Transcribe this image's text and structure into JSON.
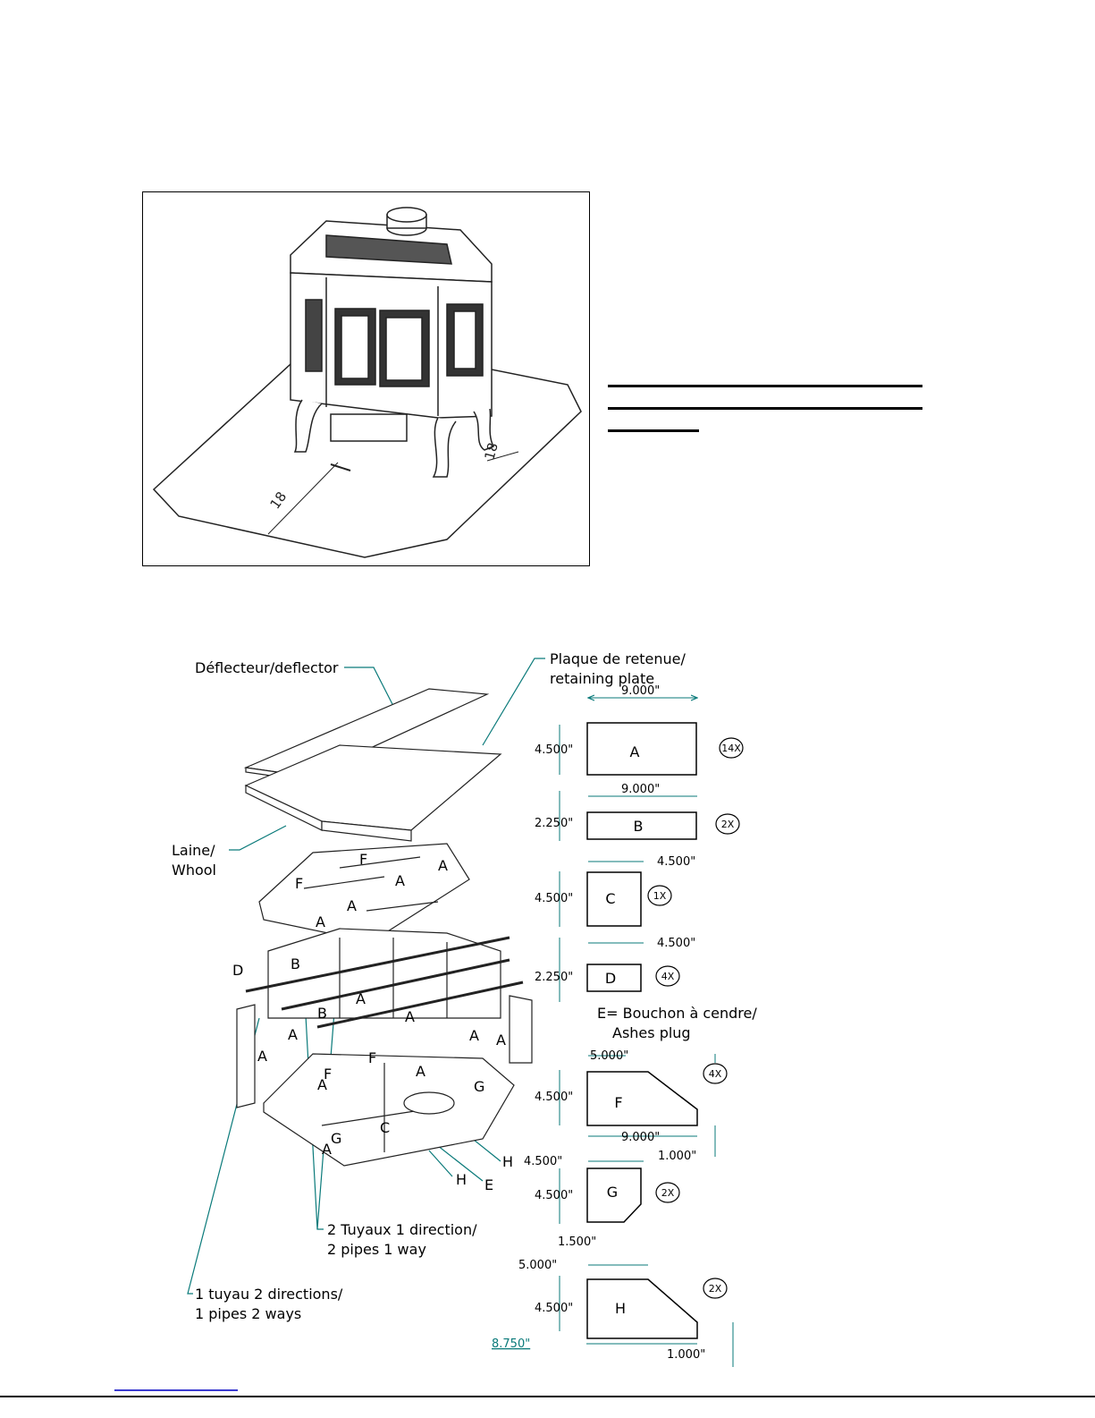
{
  "stove_figure": {
    "dimension_front": "18",
    "dimension_side": "18"
  },
  "exploded_view": {
    "labels": {
      "deflector": "Déflecteur/deflector",
      "retaining_plate_1": "Plaque de retenue/",
      "retaining_plate_2": "retaining plate",
      "wool_1": "Laine/",
      "wool_2": "Whool",
      "pipes_one_way_1": "2 Tuyaux 1 direction/",
      "pipes_one_way_2": "2 pipes 1 way",
      "pipe_two_ways_1": "1 tuyau 2 directions/",
      "pipe_two_ways_2": "1 pipes 2 ways",
      "ash_plug_1": "E= Bouchon à cendre/",
      "ash_plug_2": "Ashes plug",
      "D": "D",
      "E": "E",
      "H": "H"
    },
    "bricks": [
      {
        "letter": "A",
        "qty": "14X",
        "width": "9.000\"",
        "height": "4.500\""
      },
      {
        "letter": "B",
        "qty": "2X",
        "width": "9.000\"",
        "height": "2.250\""
      },
      {
        "letter": "C",
        "qty": "1X",
        "width": "4.500\"",
        "height": "4.500\""
      },
      {
        "letter": "D",
        "qty": "4X",
        "width": "4.500\"",
        "height": "2.250\""
      },
      {
        "letter": "F",
        "qty": "4X",
        "top": "5.000\"",
        "width": "9.000\"",
        "height": "4.500\"",
        "offset": "1.000\""
      },
      {
        "letter": "G",
        "qty": "2X",
        "width": "4.500\"",
        "height": "4.500\"",
        "offset": "1.500\""
      },
      {
        "letter": "H",
        "qty": "2X",
        "top": "5.000\"",
        "width": "8.750\"",
        "height": "4.500\"",
        "offset": "1.000\""
      }
    ]
  }
}
